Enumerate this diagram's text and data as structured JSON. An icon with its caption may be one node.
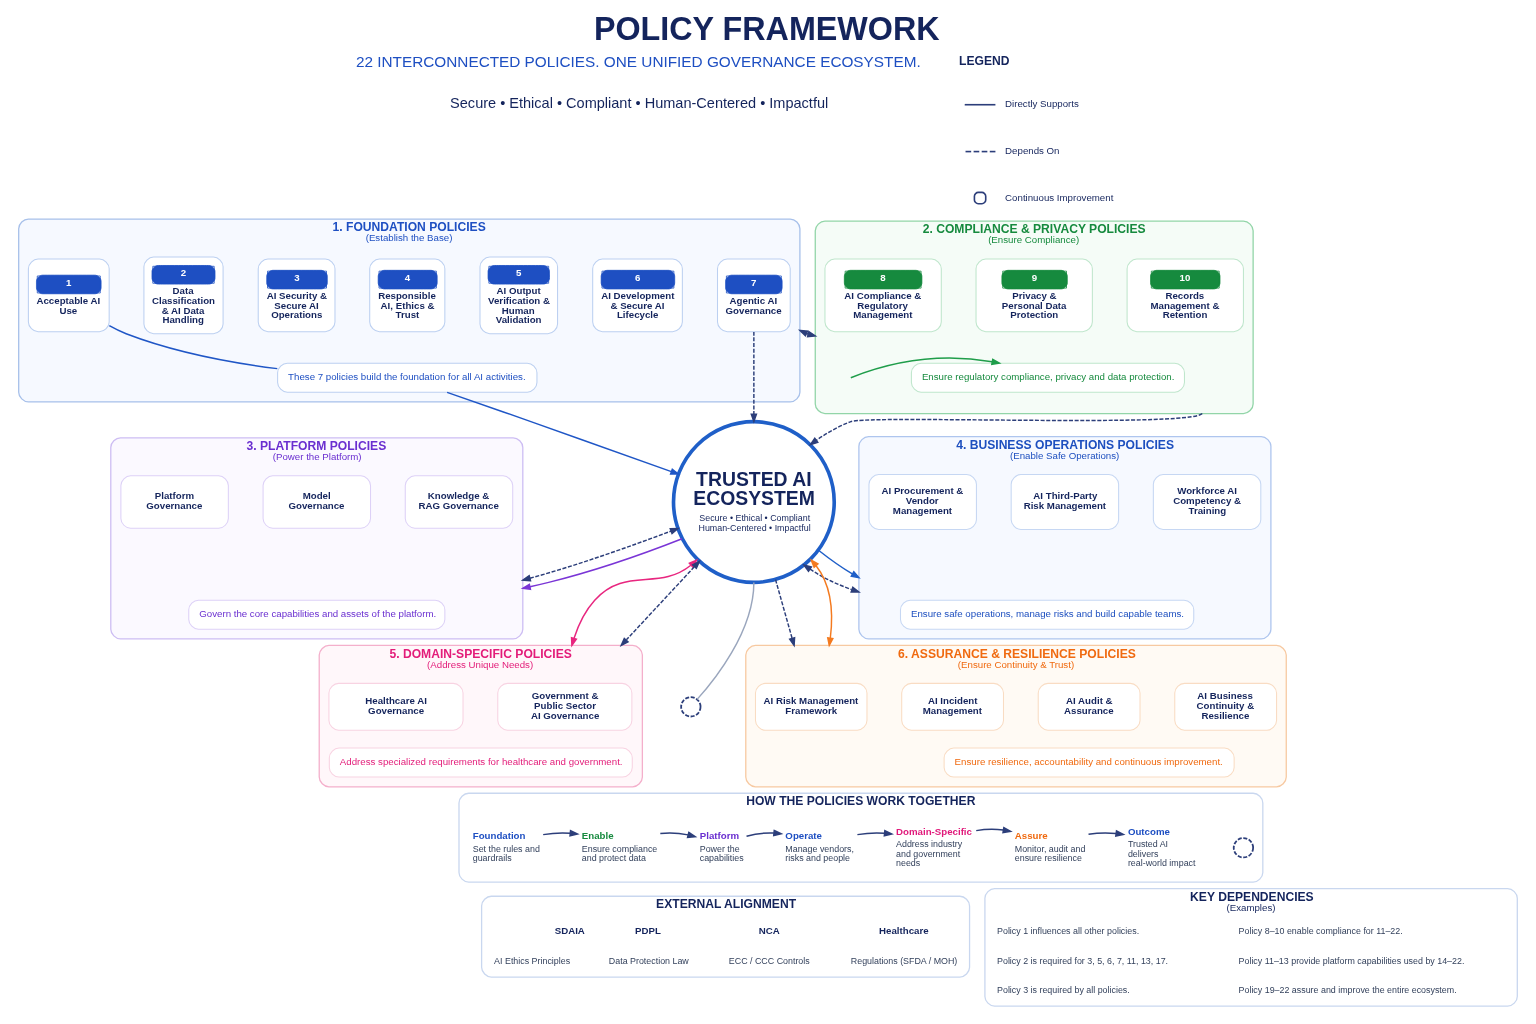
{
  "diagram": {
    "title": "POLICY FRAMEWORK",
    "nodes": [
      {
        "text": [
          "1. FOUNDATION POLICIES",
          "(Establish the Base)"
        ]
      },
      {
        "text": [
          "1",
          "Acceptable AI Use"
        ],
        "in": 0
      },
      {
        "text": [
          "2",
          "Data Classification & AI Data Handling"
        ],
        "in": 0
      },
      {
        "text": [
          "3",
          "AI Security & Secure AI Operations"
        ],
        "in": 0
      },
      {
        "text": [
          "4",
          "Responsible AI, Ethics & Trust"
        ],
        "in": 0
      },
      {
        "text": [
          "5",
          "AI Output Verification & Human Validation"
        ],
        "in": 0
      },
      {
        "text": [
          "6",
          "AI Development & Secure AI Lifecycle"
        ],
        "in": 0
      },
      {
        "text": [
          "7",
          "Agentic AI Governance"
        ],
        "in": 0
      },
      {
        "text": [
          "These 7 policies build the foundation for all AI activities."
        ],
        "in": 0
      },
      {
        "text": [
          "2. COMPLIANCE & PRIVACY POLICIES",
          "(Ensure Compliance)"
        ]
      },
      {
        "text": [
          "8",
          "AI Compliance & Regulatory Management"
        ],
        "in": 9
      },
      {
        "text": [
          "9",
          "Privacy & Personal Data Protection"
        ],
        "in": 9
      },
      {
        "text": [
          "10",
          "Records Management & Retention"
        ],
        "in": 9
      },
      {
        "text": [
          "Ensure regulatory compliance, privacy and data protection."
        ],
        "in": 9
      },
      {
        "text": [
          "3. PLATFORM POLICIES",
          "(Power the Platform)"
        ]
      },
      {
        "text": [
          "Platform Governance"
        ],
        "in": 14
      },
      {
        "text": [
          "Model Governance"
        ],
        "in": 14
      },
      {
        "text": [
          "Knowledge & RAG Governance"
        ],
        "in": 14
      },
      {
        "text": [
          "Govern the core capabilities and assets of the platform."
        ],
        "in": 14
      },
      {
        "text": [
          "TRUSTED AI ECOSYSTEM",
          "Secure • Ethical • Compliant Human-Centered • Impactful"
        ]
      },
      {
        "text": [
          "4. BUSINESS OPERATIONS POLICIES",
          "(Enable Safe Operations)"
        ]
      },
      {
        "text": [
          "AI Procurement & Vendor Management"
        ],
        "in": 20
      },
      {
        "text": [
          "AI Third-Party Risk Management"
        ],
        "in": 20
      },
      {
        "text": [
          "Workforce AI Competency & Training"
        ],
        "in": 20
      },
      {
        "text": [
          "Ensure safe operations, manage risks and build capable teams."
        ],
        "in": 20
      },
      {
        "text": [
          "5. DOMAIN-SPECIFIC POLICIES",
          "(Address Unique Needs)"
        ]
      },
      {
        "text": [
          "Healthcare AI Governance"
        ],
        "in": 25
      },
      {
        "text": [
          "Government & Public Sector AI Governance"
        ],
        "in": 25
      },
      {
        "text": [
          "Address specialized requirements for healthcare and government."
        ],
        "in": 25
      },
      {
        "text": [
          "6. ASSURANCE & RESILIENCE POLICIES",
          "(Ensure Continuity & Trust)"
        ]
      },
      {
        "text": [
          "AI Risk Management Framework"
        ],
        "in": 29
      },
      {
        "text": [
          "AI Incident Management"
        ],
        "in": 29
      },
      {
        "text": [
          "AI Audit & Assurance"
        ],
        "in": 29
      },
      {
        "text": [
          "AI Business Continuity & Resilience"
        ],
        "in": 29
      },
      {
        "text": [
          "Ensure resilience, accountability and continuous improvement."
        ],
        "in": 29
      },
      {
        "text": [],
        "shape": "circle"
      },
      {
        "text": [
          "HOW THE POLICIES WORK TOGETHER"
        ]
      },
      {
        "text": [
          "Foundation",
          "Set the rules and guardrails"
        ],
        "in": 36
      },
      {
        "text": [
          "Enable",
          "Ensure compliance and protect data"
        ],
        "in": 36
      },
      {
        "text": [
          "Platform",
          "Power the capabilities"
        ],
        "in": 36
      },
      {
        "text": [
          "Operate",
          "Manage vendors, risks and people"
        ],
        "in": 36
      },
      {
        "text": [
          "Domain-Specific",
          "Address industry and government needs"
        ],
        "in": 36
      },
      {
        "text": [
          "Assure",
          "Monitor, audit and ensure resilience"
        ],
        "in": 36
      },
      {
        "text": [
          "Outcome",
          "Trusted AI delivers real-world impact"
        ],
        "in": 36
      },
      {
        "text": [],
        "shape": "circle",
        "in": 36
      },
      {
        "text": [
          "EXTERNAL ALIGNMENT"
        ]
      },
      {
        "text": [
          "KEY DEPENDENCIES",
          "(Examples)"
        ]
      }
    ],
    "edges": [
      {
        "from": 1,
        "to": 8,
        "arrow": "none",
        "color": "#1f56c6"
      },
      {
        "from": 8,
        "to": 19,
        "arrow": "to",
        "color": "#1f56c6"
      },
      {
        "from": 7,
        "to": 19,
        "arrow": "to",
        "style": "dashed"
      },
      {
        "from": 0,
        "to": 9,
        "arrow": "both",
        "style": "dashed"
      },
      {
        "from": 9,
        "to": 19,
        "arrow": "to",
        "style": "dashed"
      },
      {
        "from": null,
        "to": 13,
        "arrow": "to",
        "color": "#1f9d4a"
      },
      {
        "from": 14,
        "to": 19,
        "arrow": "both",
        "style": "dashed"
      },
      {
        "from": 19,
        "to": 14,
        "arrow": "to",
        "color": "#7a35d6"
      },
      {
        "from": 19,
        "to": 20,
        "arrow": "both",
        "style": "dashed"
      },
      {
        "from": 19,
        "to": 20,
        "arrow": "to",
        "color": "#1f5fc8"
      },
      {
        "from": 19,
        "to": 25,
        "arrow": "both",
        "color": "#e8267f"
      },
      {
        "from": 19,
        "to": 25,
        "arrow": "both",
        "style": "dashed"
      },
      {
        "from": 19,
        "to": 29,
        "arrow": "both",
        "color": "#f47a1f"
      },
      {
        "from": 19,
        "to": 29,
        "arrow": "to",
        "style": "dashed"
      },
      {
        "from": 19,
        "to": 35,
        "arrow": "none",
        "color": "#9aa6bd"
      },
      {
        "from": 37,
        "to": 38,
        "arrow": "to"
      },
      {
        "from": 38,
        "to": 39,
        "arrow": "to"
      },
      {
        "from": 39,
        "to": 40,
        "arrow": "to"
      },
      {
        "from": 40,
        "to": 41,
        "arrow": "to"
      },
      {
        "from": 41,
        "to": 42,
        "arrow": "to"
      },
      {
        "from": 42,
        "to": 43,
        "arrow": "to"
      }
    ],
    "labels": [
      "22 INTERCONNECTED POLICIES. ONE UNIFIED GOVERNANCE ECOSYSTEM.",
      "Secure • Ethical • Compliant • Human-Centered • Impactful",
      "LEGEND",
      "SDAIA",
      "AI Ethics Principles",
      "PDPL",
      "Data Protection Law",
      "NCA",
      "ECC / CCC Controls",
      "Healthcare",
      "Regulations (SFDA / MOH)",
      "Policy 1 influences all other policies.",
      "Policy 8–10 enable compliance for 11–22.",
      "Policy 2 is required for 3, 5, 6, 7, 11, 13, 17.",
      "Policy 11–13 provide platform capabilities used by 14–22.",
      "Policy 3 is required by all policies.",
      "Policy 19–22 assure and improve the entire ecosystem."
    ],
    "legend": [
      {
        "text": "Directly Supports"
      },
      {
        "text": "Depends On"
      },
      {
        "text": "Continuous Improvement"
      }
    ]
  }
}
